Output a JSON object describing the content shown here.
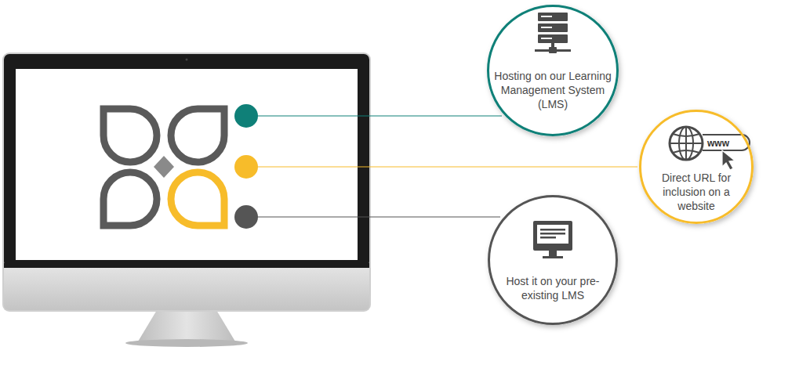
{
  "diagram": {
    "nodes": [
      {
        "text": [
          "Hosting on our Learning Management System (LMS)"
        ]
      },
      {
        "text": [
          "Direct URL for inclusion on a website"
        ]
      },
      {
        "text": [
          "Host it on your pre-existing LMS"
        ]
      }
    ],
    "labels": [
      "www"
    ]
  }
}
